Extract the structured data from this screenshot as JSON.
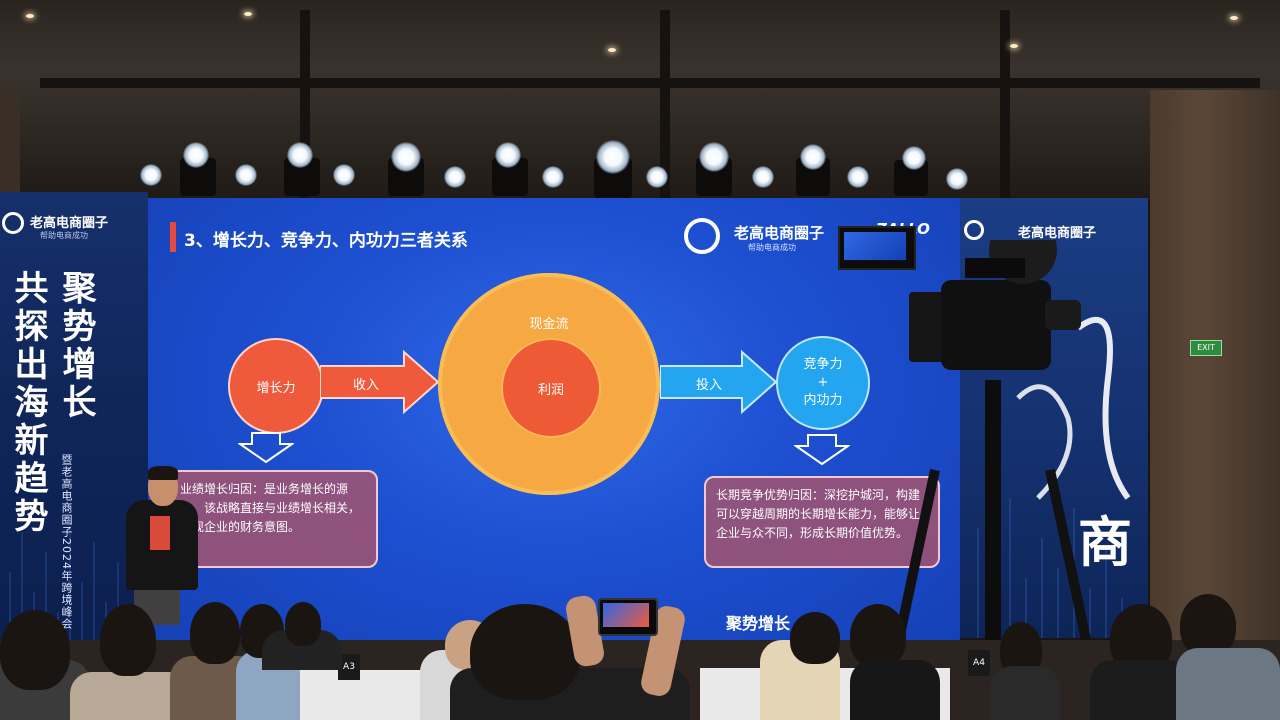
{
  "screen": {
    "title": "3、增长力、竞争力、内功力三者关系",
    "logo": {
      "name": "老高电商圈子",
      "tagline": "帮助电商成功"
    },
    "partner_logo": "ZALLO",
    "cash_flow": "现金流",
    "profit": "利润",
    "growth_power": "增长力",
    "revenue_arrow": "收入",
    "invest_arrow": "投入",
    "compete_power": "竞争力",
    "plus": "+",
    "inner_power": "内功力",
    "growth_box": "业绩增长归因：是业务增长的源头，该战略直接与业绩增长相关，体现企业的财务意图。",
    "compete_box": "长期竞争优势归因：深挖护城河，构建可以穿越周期的长期增长能力，能够让企业与众不同，形成长期价值优势。",
    "slogan": "聚势增长"
  },
  "left_banner": {
    "logo": "老高电商圈子",
    "logo_sub": "帮助电商成功",
    "line1": "聚势增长",
    "line2": "共探出海新趋势",
    "subline": "暨老高电商圈子2024年跨境峰会"
  },
  "right_banner": {
    "logo": "老高电商圈子",
    "art_text": "商"
  },
  "venue": {
    "exit_sign": "EXIT",
    "table_cards": [
      "A3",
      "A4"
    ]
  },
  "colors": {
    "screen_blue": "#1d4fd0",
    "cash_orange": "#f6a942",
    "profit_red": "#ee5a36",
    "compete_blue": "#23a6ef",
    "box_rose": "#a8546c"
  }
}
